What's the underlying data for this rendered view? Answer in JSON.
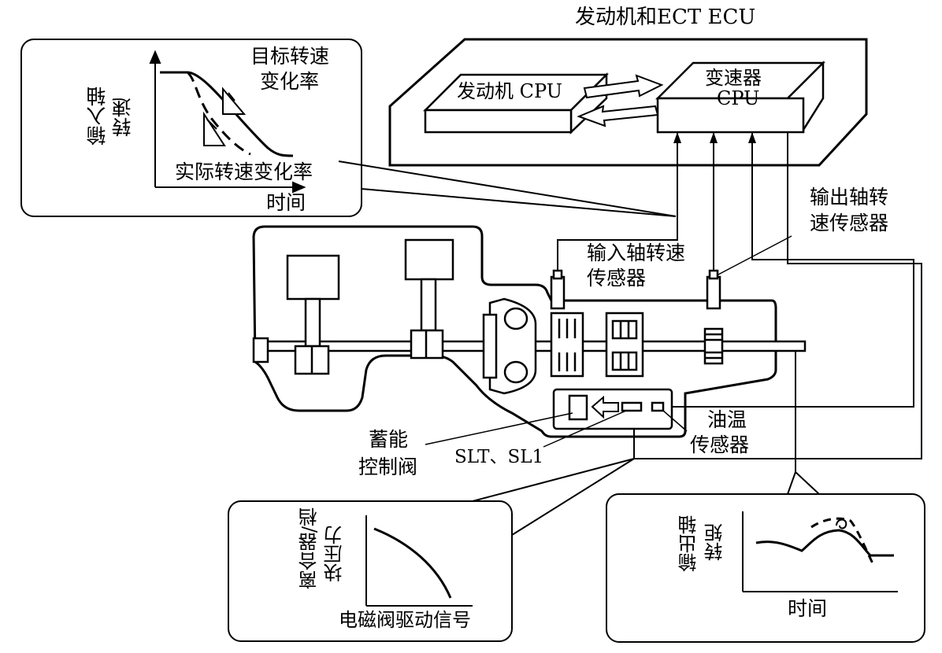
{
  "ecu": {
    "title": "发动机和ECT ECU",
    "engine_cpu": "发动机 CPU",
    "trans_cpu_line1": "变速器",
    "trans_cpu_line2": "CPU"
  },
  "top_left_graph": {
    "y_label_line1": "输入轴",
    "y_label_line2": "转速",
    "target_line1": "目标转速",
    "target_line2": "变化率",
    "actual": "实际转速变化率",
    "x_label": "时间"
  },
  "sensors": {
    "output_line1": "输出轴转",
    "output_line2": "速传感器",
    "input_line1": "输入轴转速",
    "input_line2": "传感器",
    "oil_line1": "油温",
    "oil_line2": "传感器"
  },
  "valves": {
    "accum_line1": "蓄能",
    "accum_line2": "控制阀",
    "solenoids": "SLT、SL1"
  },
  "bottom_left_graph": {
    "y_label_line1": "离合器/档",
    "y_label_line2": "块压力",
    "x_label": "电磁阀驱动信号"
  },
  "bottom_right_graph": {
    "y_label_line1": "输出轴",
    "y_label_line2": "转矩",
    "x_label": "时间"
  }
}
